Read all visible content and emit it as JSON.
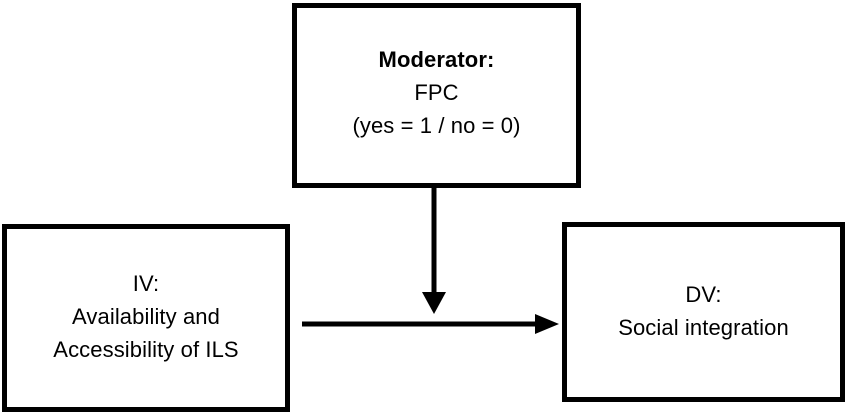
{
  "diagram": {
    "title": "Moderation model: Availability and Accessibility of ILS predicting Social integration moderated by FPC",
    "type": "moderation-model",
    "background_color": "#ffffff",
    "line_color": "#000000",
    "text_color": "#000000"
  },
  "nodes": {
    "moderator": {
      "role": "Moderator",
      "lines": [
        {
          "text": "Moderator:",
          "bold": true
        },
        {
          "text": "FPC",
          "bold": false
        },
        {
          "text": "(yes = 1 / no = 0)",
          "bold": false
        }
      ]
    },
    "independent_variable": {
      "role": "IV",
      "lines": [
        {
          "text": "IV:",
          "bold": false
        },
        {
          "text": "Availability and",
          "bold": false
        },
        {
          "text": "Accessibility of ILS",
          "bold": false
        }
      ]
    },
    "dependent_variable": {
      "role": "DV",
      "lines": [
        {
          "text": "DV:",
          "bold": false
        },
        {
          "text": "Social integration",
          "bold": false
        }
      ]
    }
  },
  "edges": [
    {
      "name": "moderation-arrow",
      "from": "moderator",
      "to": "main-effect-path",
      "direction": "down",
      "label": "",
      "style": "solid"
    },
    {
      "name": "main-effect-arrow",
      "from": "independent_variable",
      "to": "dependent_variable",
      "direction": "right",
      "label": "",
      "style": "solid"
    }
  ]
}
